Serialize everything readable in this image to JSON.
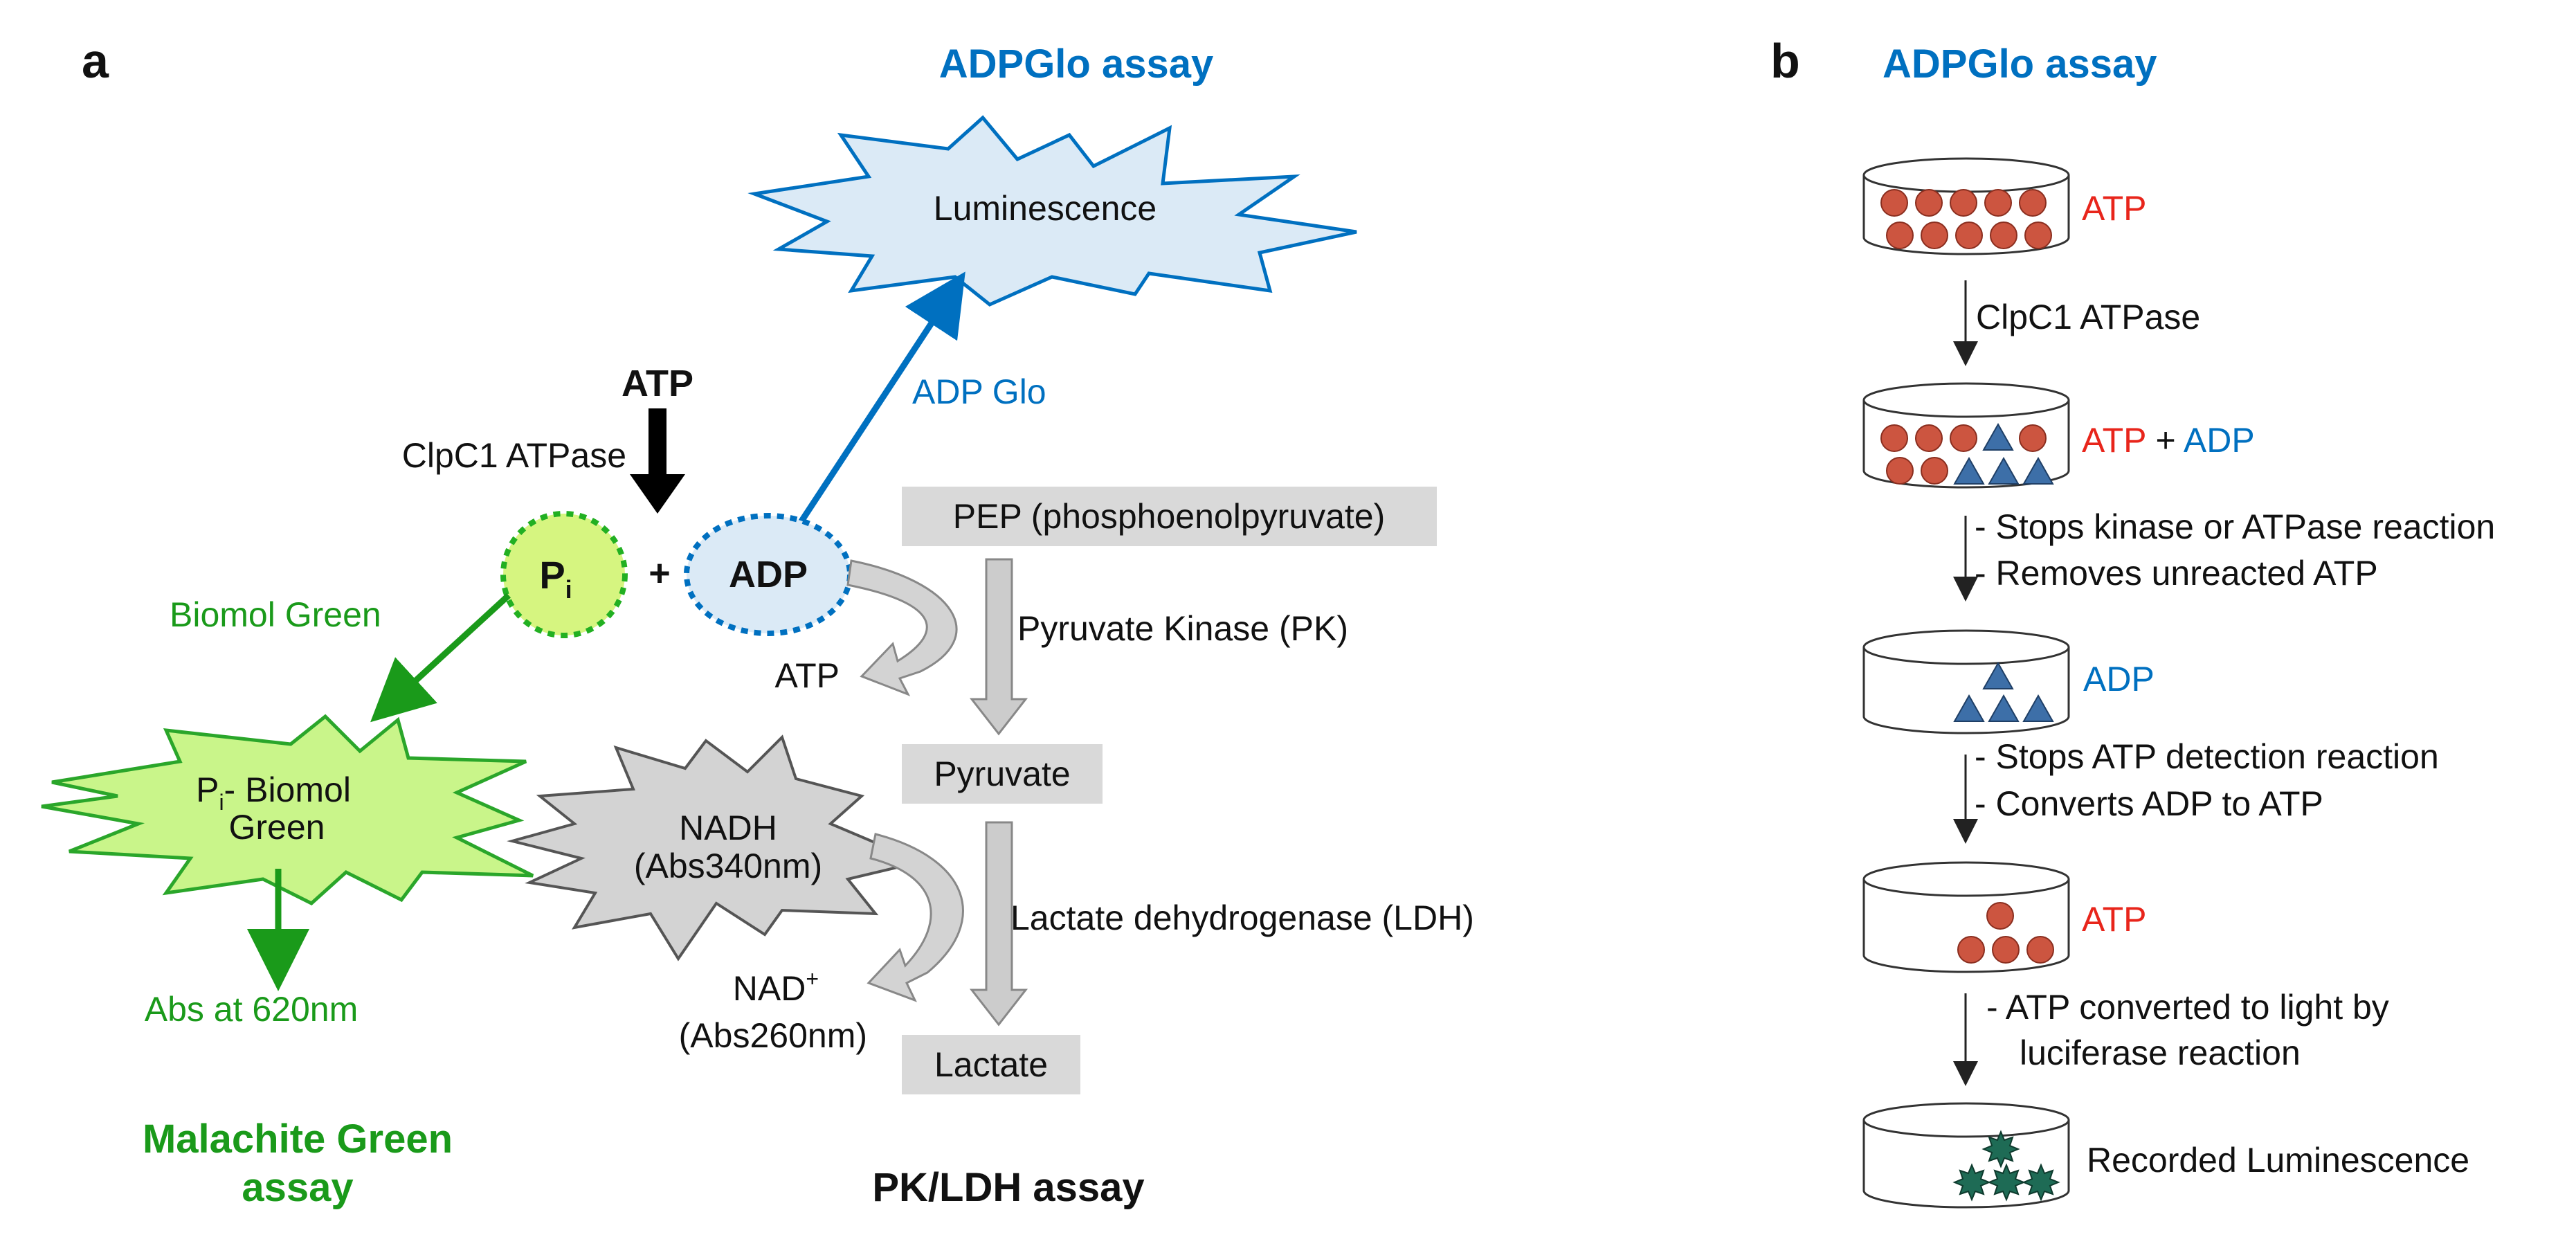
{
  "colors": {
    "blue": "#0070c0",
    "green": "#1a9a1a",
    "red": "#e8251b",
    "black": "#111111",
    "gray_box": "#d9d9d9",
    "light_blue_fill": "#dbeaf6",
    "light_green_fill": "#d6f580",
    "burst_green_fill": "#c9f58a",
    "gray_burst_fill": "#d3d3d3",
    "ball": "#cc5540",
    "triangle": "#3d6fa8",
    "light_fill": "#cccccc",
    "dark_green": "#1e6b55"
  },
  "panel_a": {
    "panel_label": "a",
    "adpglo_title": "ADPGlo assay",
    "luminescence": "Luminescence",
    "adp_glo_label": "ADP Glo",
    "atp_top": "ATP",
    "clpc1_label": "ClpC1 ATPase",
    "pi_main": "P",
    "pi_sub": "i",
    "plus": "+",
    "adp_label": "ADP",
    "biomol_green_label": "Biomol Green",
    "pi_biomol_p": "P",
    "pi_biomol_sub": "i",
    "pi_biomol_rest": "- Biomol",
    "pi_biomol_line2": "Green",
    "abs_620": "Abs at 620nm",
    "malachite_line1": "Malachite Green",
    "malachite_line2": "assay",
    "pep_box": "PEP (phosphoenolpyruvate)",
    "pk_label": "Pyruvate Kinase (PK)",
    "atp_from_adp": "ATP",
    "pyruvate_box": "Pyruvate",
    "nadh_line1": "NADH",
    "nadh_line2": "(Abs340nm)",
    "ldh_label": "Lactate dehydrogenase (LDH)",
    "nad_main": "NAD",
    "nad_sup": "+",
    "nad_line2": "(Abs260nm)",
    "lactate_box": "Lactate",
    "pk_ldh_title": "PK/LDH assay"
  },
  "panel_b": {
    "panel_label": "b",
    "title": "ADPGlo assay",
    "step1_label": "ATP",
    "step1_arrow": "ClpC1 ATPase",
    "step2_atp": "ATP",
    "step2_plus": "+",
    "step2_adp": "ADP",
    "step2_arrow_line1": "- Stops kinase or ATPase reaction",
    "step2_arrow_line2": "- Removes unreacted ATP",
    "step3_label": "ADP",
    "step3_arrow_line1": "- Stops ATP detection reaction",
    "step3_arrow_line2": "- Converts ADP to ATP",
    "step4_label": "ATP",
    "step4_arrow_line1": "-  ATP converted to light by",
    "step4_arrow_line2": "luciferase reaction",
    "step5_label": "Recorded Luminescence"
  }
}
